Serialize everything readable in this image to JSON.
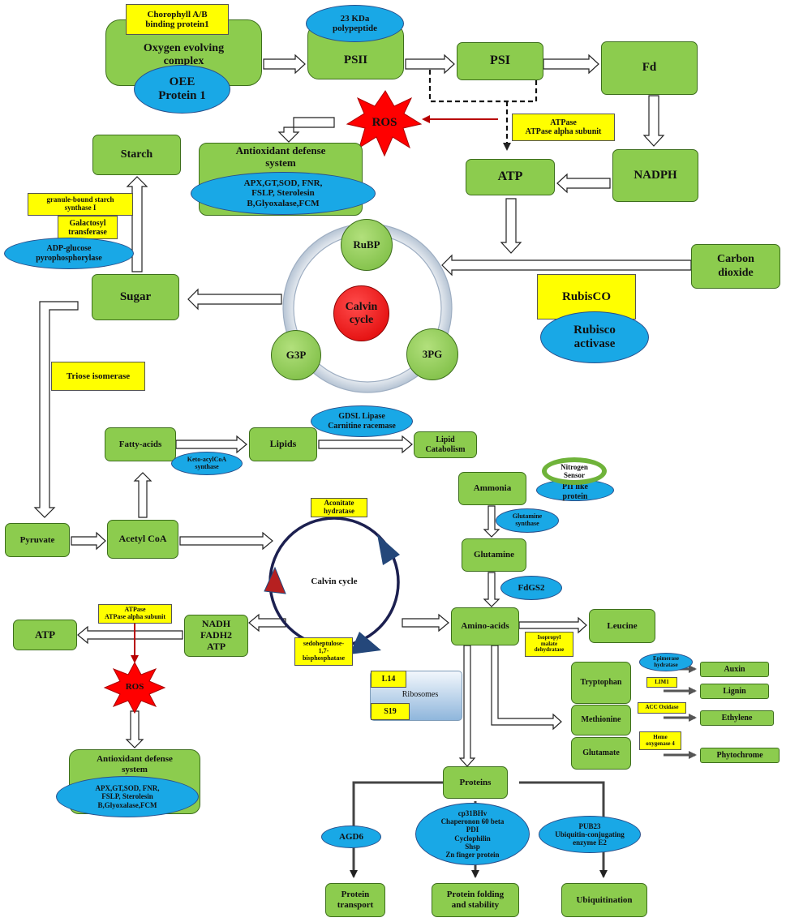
{
  "photosynthesis": {
    "oec": "Oxygen evolving\ncomplex",
    "chlorophyll_ab": "Chorophyll A/B\nbinding protein1",
    "oee": "OEE\nProtein 1",
    "psii": "PSII",
    "polypeptide": "23 KDa\npolypeptide",
    "psi": "PSI",
    "fd": "Fd",
    "atp": "ATP",
    "nadph": "NADPH",
    "atpase_top": "ATPase\nATPase alpha subunit",
    "ros_top": "ROS",
    "antioxidant_top": "Antioxidant defense\nsystem",
    "antioxidant_top_proteins": "APX,GT,SOD, FNR,\nFSLP, Sterolesin\nB,Glyoxalase,FCM"
  },
  "calvin": {
    "rubp": "RuBP",
    "g3p": "G3P",
    "pg3": "3PG",
    "center": "Calvin\ncycle",
    "carbon_dioxide": "Carbon\ndioxide",
    "rubisco": "RubisCO",
    "rubisco_activase": "Rubisco\nactivase"
  },
  "carbohydrate": {
    "starch": "Starch",
    "sugar": "Sugar",
    "gbss": "granule-bound  starch\nsynthase I",
    "galactosyl": "Galactosyl\ntransferase",
    "adp_glucose": "ADP-glucose\npyrophosphorylase",
    "triose": "Triose isomerase"
  },
  "lipid": {
    "fatty_acids": "Fatty-acids",
    "keto_acyl": "Keto-acylCoA\nsynthase",
    "lipids": "Lipids",
    "gdsl": "GDSL Lipase\nCarnitine racemase",
    "catabolism": "Lipid\nCatabolism"
  },
  "tca": {
    "pyruvate": "Pyruvate",
    "acetyl_coa": "Acetyl CoA",
    "aconitate": "Aconitate\nhydratase",
    "center": "Calvin cycle",
    "sedoheptulose": "sedoheptulose-\n1,7-\nbisphosphatase",
    "nadh": "NADH\nFADH2\nATP",
    "atp": "ATP",
    "atpase": "ATPase\nATPase alpha subunit",
    "ros": "ROS",
    "antioxidant": "Antioxidant defense\nsystem",
    "antioxidant_proteins": "APX,GT,SOD, FNR,\nFSLP, Sterolesin\nB,Glyoxalase,FCM"
  },
  "nitrogen": {
    "ammonia": "Ammonia",
    "nitrogen_sensor": "Nitrogen\nSensor",
    "pii": "PII like\nprotein",
    "glutamine_synthase": "Glutamine\nsynthase",
    "glutamine": "Glutamine",
    "fdgs2": "FdGS2",
    "amino_acids": "Amino-acids",
    "isopropyl": "Isopropyl\nmalate\ndehydratase",
    "leucine": "Leucine",
    "tryptophan": "Tryptophan",
    "methionine": "Methionine",
    "glutamate": "Glutamate",
    "epimerase": "Epimerase\nhydratase",
    "lim1": "LIM1",
    "acc_oxidase": "ACC Oxidase",
    "heme": "Heme\noxygenase 4",
    "auxin": "Auxin",
    "lignin": "Lignin",
    "ethylene": "Ethylene",
    "phytochrome": "Phytochrome"
  },
  "protein": {
    "ribosomes": "Ribosomes",
    "l14": "L14",
    "s19": "S19",
    "proteins": "Proteins",
    "agd6": "AGD6",
    "folding_proteins": "cp31BHv\nChaperonon 60 beta\nPDI\nCyclophilin\nShsp\nZn finger protein",
    "pub23": "PUB23\nUbiquitin-conjugating\nenzyme E2",
    "transport": "Protein\ntransport",
    "folding": "Protein folding\nand stability",
    "ubiquitination": "Ubiquitination"
  },
  "colors": {
    "box_fill": "#8ccc4e",
    "label_fill": "#ffff00",
    "protein_fill": "#19a8e6",
    "ros_fill": "#ff0000",
    "arrow_red": "#b80000"
  }
}
